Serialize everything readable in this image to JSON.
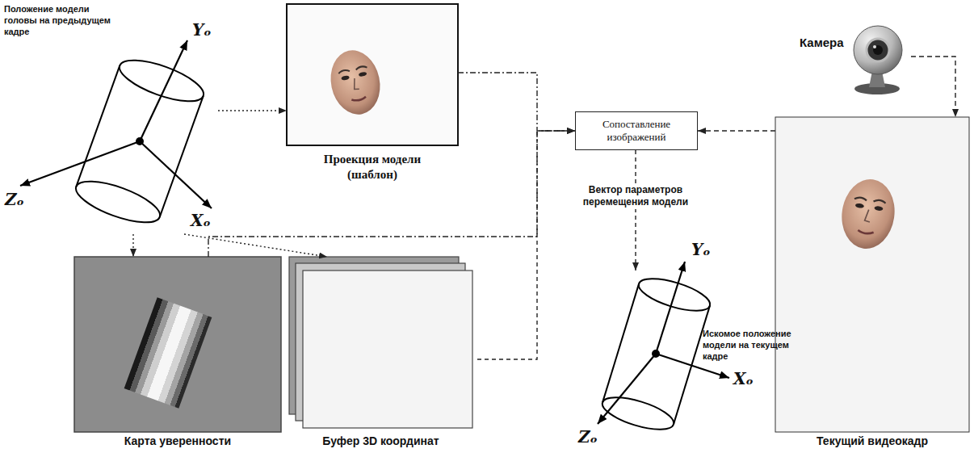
{
  "diagram": {
    "nodes": [
      {
        "text": [
          "Положение модели головы на предыдущем кадре"
        ]
      },
      {
        "text": [
          "Проекция модели (шаблон)"
        ]
      },
      {
        "text": [
          "Камера"
        ]
      },
      {
        "text": [
          "Сопоставление изображений"
        ]
      },
      {
        "text": [
          "Текущий видеокадр"
        ]
      },
      {
        "text": [
          "Карта уверенности"
        ]
      },
      {
        "text": [
          "Буфер 3D координат"
        ]
      },
      {
        "text": [
          "Искомое положение модели на текущем кадре"
        ]
      }
    ],
    "edges": [
      {
        "from": 0,
        "to": 1,
        "arrow": "to"
      },
      {
        "from": 0,
        "to": 5,
        "arrow": "to"
      },
      {
        "from": 0,
        "to": 6,
        "arrow": "to"
      },
      {
        "from": 1,
        "to": 3,
        "arrow": "to"
      },
      {
        "from": 5,
        "to": 3,
        "arrow": "to"
      },
      {
        "from": 6,
        "to": 3,
        "arrow": "to"
      },
      {
        "from": 2,
        "to": 4,
        "arrow": "to"
      },
      {
        "from": 4,
        "to": 3,
        "arrow": "to"
      },
      {
        "from": 3,
        "to": 7,
        "arrow": "to",
        "label": "Вектор параметров перемещения модели"
      }
    ],
    "labels": [
      "Yₒ",
      "Zₒ",
      "Xₒ",
      "Yₒ",
      "Zₒ",
      "Xₒ"
    ]
  }
}
